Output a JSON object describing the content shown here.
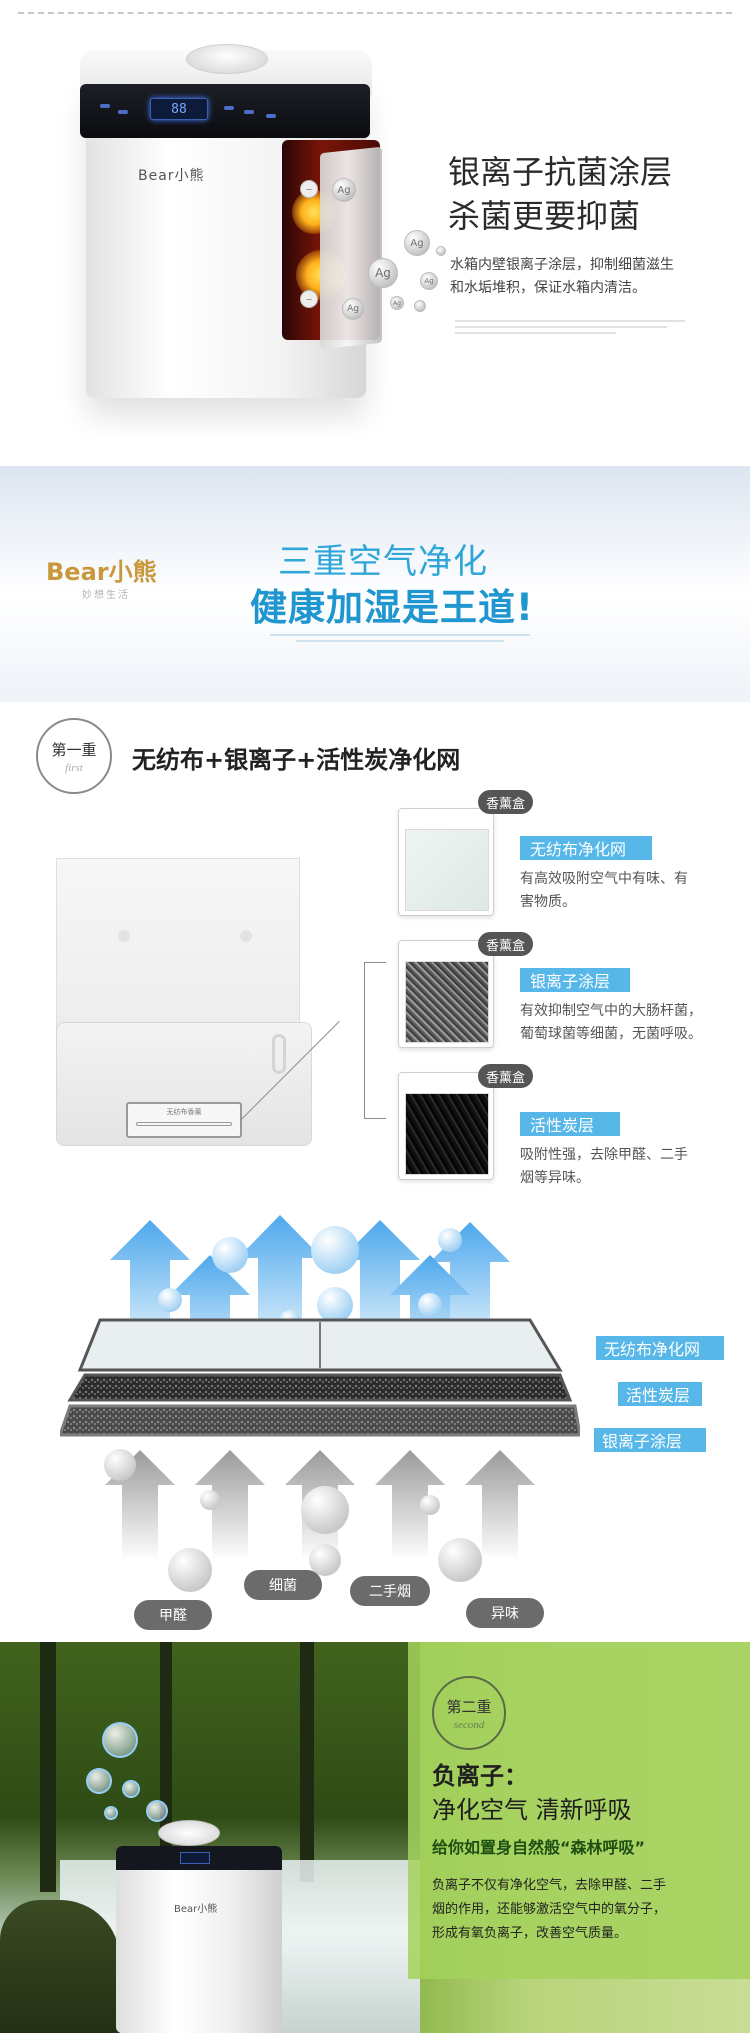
{
  "section1": {
    "title_line1": "银离子抗菌涂层",
    "title_line2": "杀菌更要抑菌",
    "body_line1": "水箱内壁银离子涂层，抑制细菌滋生",
    "body_line2": "和水垢堆积，保证水箱内清洁。",
    "brand": "Bear小熊",
    "ag_label": "Ag",
    "panel_display": "88"
  },
  "section2": {
    "brand": "Bear小熊",
    "brand_slogan": "妙想生活",
    "headline1": "三重空气净化",
    "headline2": "健康加湿是王道!"
  },
  "section3": {
    "badge_cn": "第一重",
    "badge_en": "first",
    "title": "无纺布+银离子+活性炭净化网",
    "slot_label": "无纺布香薰",
    "filters": [
      {
        "tag": "香薰盒",
        "name": "无纺布净化网",
        "desc_line1": "有高效吸附空气中有味、有",
        "desc_line2": "害物质。"
      },
      {
        "tag": "香薰盒",
        "name": "银离子涂层",
        "desc_line1": "有效抑制空气中的大肠杆菌，",
        "desc_line2": "葡萄球菌等细菌，无菌呼吸。"
      },
      {
        "tag": "香薰盒",
        "name": "活性炭层",
        "desc_line1": "吸附性强，去除甲醛、二手",
        "desc_line2": "烟等异味。"
      }
    ],
    "layers": [
      "无纺布净化网",
      "活性炭层",
      "银离子涂层"
    ],
    "pollutants": [
      "甲醛",
      "细菌",
      "二手烟",
      "异味"
    ]
  },
  "section4": {
    "badge_cn": "第二重",
    "badge_en": "second",
    "title1": "负离子：",
    "title2": "净化空气 清新呼吸",
    "subtitle": "给你如置身自然般“森林呼吸”",
    "body_line1": "负离子不仅有净化空气，去除甲醛、二手",
    "body_line2": "烟的作用，还能够激活空气中的氧分子，",
    "body_line3": "形成有氧负离子，改善空气质量。",
    "brand": "Bear小熊"
  },
  "colors": {
    "accent_blue": "#56b7e8",
    "headline_blue": "#1f96cf",
    "nature_green": "#a4d25c",
    "badge_gray": "#6b6b6b"
  }
}
